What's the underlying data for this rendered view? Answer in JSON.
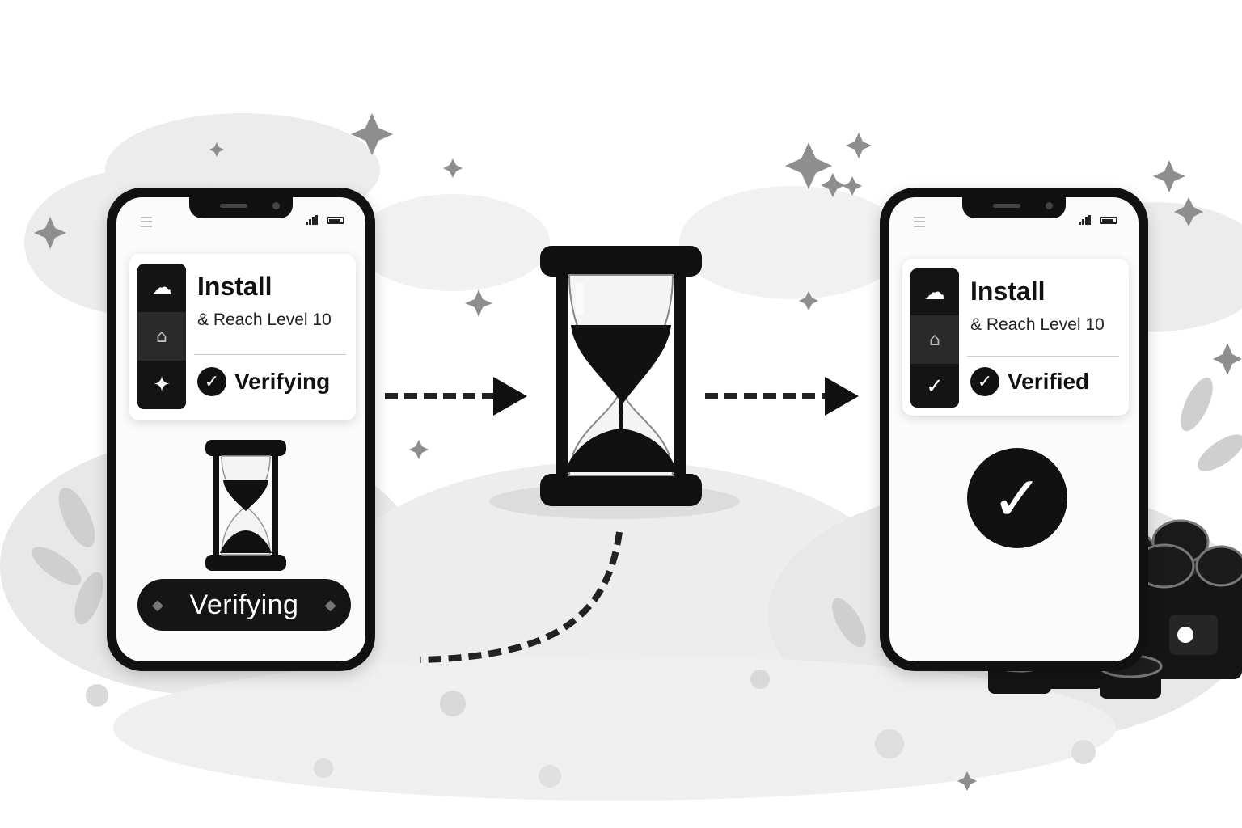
{
  "left_phone": {
    "card": {
      "title": "Install",
      "subtitle": "& Reach Level 10",
      "status": "Verifying"
    },
    "button_label": "Verifying"
  },
  "right_phone": {
    "card": {
      "title": "Install",
      "subtitle": "& Reach Level 10",
      "status": "Verified"
    }
  },
  "icons": {
    "card_col_left": [
      "chef-hat-icon",
      "house-icon",
      "sparkle-icon"
    ],
    "card_col_right": [
      "chef-hat-icon",
      "house-icon",
      "checkmark-icon"
    ],
    "status_left": "check-circle-icon",
    "status_right": "check-circle-icon",
    "center": "hourglass-icon",
    "wallet": "wallet-icon",
    "coins": "coin-icon"
  },
  "colors": {
    "ink": "#111111",
    "card": "#ffffff",
    "background": "#ffffff",
    "blob": "#e9e9e9",
    "sparkle": "#9a9a9a"
  }
}
